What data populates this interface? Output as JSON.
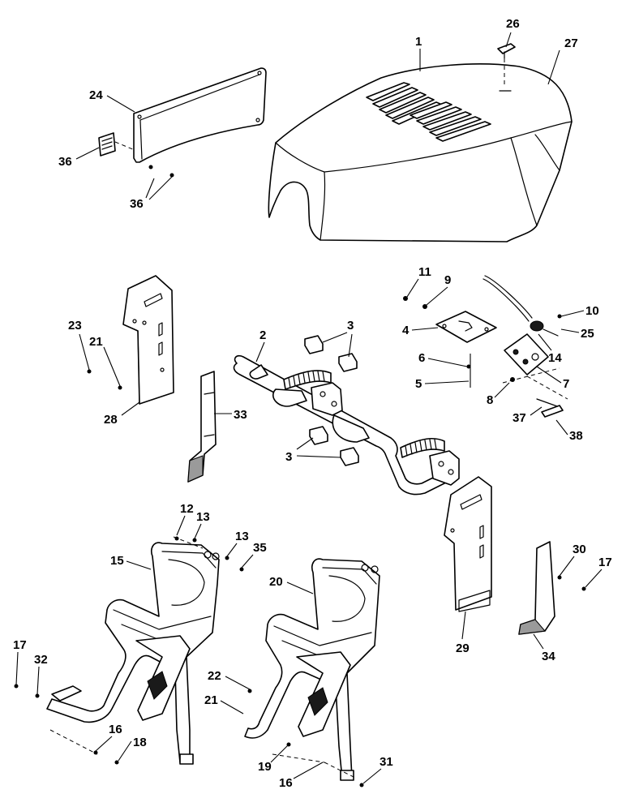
{
  "callouts": [
    {
      "id": "c1",
      "text": "1"
    },
    {
      "id": "c2",
      "text": "2"
    },
    {
      "id": "c3a",
      "text": "3"
    },
    {
      "id": "c3b",
      "text": "3"
    },
    {
      "id": "c4",
      "text": "4"
    },
    {
      "id": "c5",
      "text": "5"
    },
    {
      "id": "c6",
      "text": "6"
    },
    {
      "id": "c7",
      "text": "7"
    },
    {
      "id": "c8",
      "text": "8"
    },
    {
      "id": "c9",
      "text": "9"
    },
    {
      "id": "c10",
      "text": "10"
    },
    {
      "id": "c11",
      "text": "11"
    },
    {
      "id": "c12",
      "text": "12"
    },
    {
      "id": "c13a",
      "text": "13"
    },
    {
      "id": "c13b",
      "text": "13"
    },
    {
      "id": "c14",
      "text": "14"
    },
    {
      "id": "c15",
      "text": "15"
    },
    {
      "id": "c16a",
      "text": "16"
    },
    {
      "id": "c16b",
      "text": "16"
    },
    {
      "id": "c17a",
      "text": "17"
    },
    {
      "id": "c17b",
      "text": "17"
    },
    {
      "id": "c18",
      "text": "18"
    },
    {
      "id": "c19",
      "text": "19"
    },
    {
      "id": "c20",
      "text": "20"
    },
    {
      "id": "c21a",
      "text": "21"
    },
    {
      "id": "c21b",
      "text": "21"
    },
    {
      "id": "c22",
      "text": "22"
    },
    {
      "id": "c23",
      "text": "23"
    },
    {
      "id": "c24",
      "text": "24"
    },
    {
      "id": "c25",
      "text": "25"
    },
    {
      "id": "c26",
      "text": "26"
    },
    {
      "id": "c27",
      "text": "27"
    },
    {
      "id": "c28",
      "text": "28"
    },
    {
      "id": "c29",
      "text": "29"
    },
    {
      "id": "c30",
      "text": "30"
    },
    {
      "id": "c31",
      "text": "31"
    },
    {
      "id": "c32",
      "text": "32"
    },
    {
      "id": "c33",
      "text": "33"
    },
    {
      "id": "c34",
      "text": "34"
    },
    {
      "id": "c35",
      "text": "35"
    },
    {
      "id": "c36a",
      "text": "36"
    },
    {
      "id": "c36b",
      "text": "36"
    },
    {
      "id": "c37",
      "text": "37"
    },
    {
      "id": "c38",
      "text": "38"
    }
  ]
}
